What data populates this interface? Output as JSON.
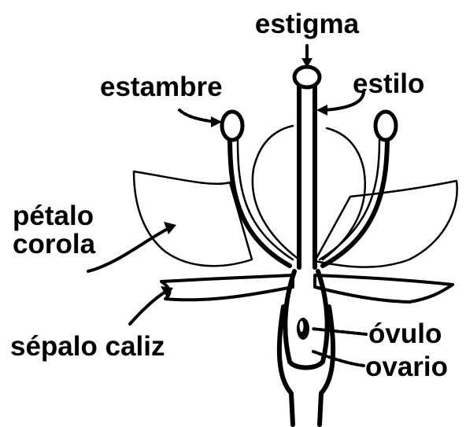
{
  "labels": {
    "estigma": "estigma",
    "estambre": "estambre",
    "estilo": "estilo",
    "petalo": "pétalo",
    "corola": "corola",
    "sepalo_caliz": "sépalo caliz",
    "ovulo": "óvulo",
    "ovario": "ovario"
  }
}
